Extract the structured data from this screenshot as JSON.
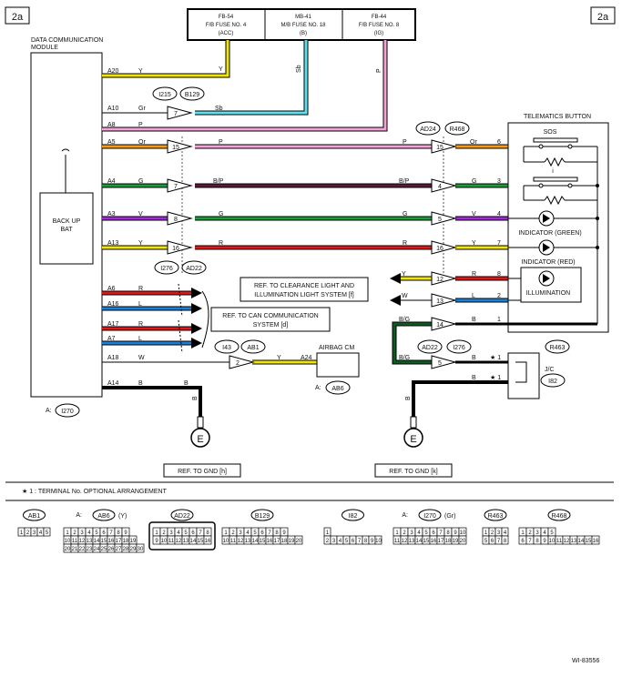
{
  "page_tag_left": "2a",
  "page_tag_right": "2a",
  "module": {
    "title_line1": "DATA COMMUNICATION",
    "title_line2": "MODULE",
    "battery_line1": "BACK UP",
    "battery_line2": "BAT",
    "connector": "I270",
    "connector_prefix": "A:"
  },
  "fuses": [
    {
      "line1": "FB-54",
      "line2": "F/B FUSE NO. 4",
      "line3": "(ACC)",
      "wire_color": "Y"
    },
    {
      "line1": "MB-41",
      "line2": "M/B FUSE NO. 18",
      "line3": "(B)",
      "wire_color": "Sb"
    },
    {
      "line1": "FB-44",
      "line2": "F/B FUSE NO. 8",
      "line3": "(IG)",
      "wire_color": "P"
    }
  ],
  "pins": [
    {
      "pin": "A20",
      "color": "Y"
    },
    {
      "pin": "A10",
      "color": "Gr"
    },
    {
      "pin": "A8",
      "color": "P"
    },
    {
      "pin": "A5",
      "color": "Or"
    },
    {
      "pin": "A4",
      "color": "G"
    },
    {
      "pin": "A3",
      "color": "V"
    },
    {
      "pin": "A13",
      "color": "Y"
    },
    {
      "pin": "A6",
      "color": "R"
    },
    {
      "pin": "A16",
      "color": "L"
    },
    {
      "pin": "A17",
      "color": "R"
    },
    {
      "pin": "A7",
      "color": "L"
    },
    {
      "pin": "A18",
      "color": "W"
    },
    {
      "pin": "A14",
      "color": "B"
    }
  ],
  "connectors": {
    "i215": "I215",
    "b129": "B129",
    "ad24": "AD24",
    "r468": "R468",
    "i276": "I276",
    "ad22": "AD22",
    "i43": "I43",
    "ab1": "AB1",
    "ad22b": "AD22",
    "i276b": "I276",
    "r463": "R463",
    "i82": "I82",
    "ab6": "AB6",
    "ab6_prefix": "A:"
  },
  "mid_labels": {
    "a10_out": "Sb",
    "a10_term": "7",
    "a5_term": "15",
    "a5_wire": "P",
    "a5_wire2": "P",
    "a5_rterm": "15",
    "a5_rcolor": "Or",
    "a5_rpin": "6",
    "a4_term": "7",
    "a4_wire": "B/P",
    "a4_wire2": "B/P",
    "a4_rterm": "4",
    "a4_rcolor": "G",
    "a4_rpin": "3",
    "a3_term": "8",
    "a3_wire": "G",
    "a3_wire2": "G",
    "a3_rterm": "5",
    "a3_rcolor": "V",
    "a3_rpin": "4",
    "a13_term": "16",
    "a13_wire": "R",
    "a13_wire2": "R",
    "a13_rterm": "16",
    "a13_rcolor": "Y",
    "a13_rpin": "7",
    "a18_term": "2",
    "a18_wire": "Y",
    "a18_pin": "A24",
    "a14_wire": "B",
    "r12_left": "Y",
    "r12_term": "12",
    "r12_color": "R",
    "r12_pin": "8",
    "r13_left": "W",
    "r13_term": "13",
    "r13_color": "L",
    "r13_pin": "2",
    "r14_left": "B/G",
    "r14_term": "14",
    "r14_color": "B",
    "r14_pin": "1",
    "r5_left": "B/G",
    "r5_term": "5",
    "r5_color": "B",
    "r5_star": "★ 1",
    "r_b_color": "B",
    "r_b_star": "★ 1",
    "gnd_wire": "B",
    "gnd_wire2": "B"
  },
  "telematics": {
    "title": "TELEMATICS BUTTON",
    "sos": "SOS",
    "i_label": "i",
    "ind_green": "INDICATOR (GREEN)",
    "ind_red": "INDICATOR (RED)",
    "illumination": "ILLUMINATION"
  },
  "ref_boxes": {
    "clearance_line1": "REF. TO CLEARANCE LIGHT AND",
    "clearance_line2": "ILLUMINATION LIGHT SYSTEM [f]",
    "can_line1": "REF. TO CAN COMMUNICATION",
    "can_line2": "SYSTEM [d]"
  },
  "airbag": {
    "label": "AIRBAG CM"
  },
  "jc": {
    "label": "J/C"
  },
  "ground": {
    "symbol": "E",
    "ref_left": "REF. TO GND [h]",
    "ref_right": "REF. TO GND [k]"
  },
  "footnote": "★ 1 : TERMINAL No. OPTIONAL ARRANGEMENT",
  "legend_connectors": [
    {
      "name": "AB1",
      "prefix": "",
      "suffix": "",
      "rows": [
        [
          "1",
          "2",
          "3",
          "4",
          "5"
        ]
      ]
    },
    {
      "name": "AB6",
      "prefix": "A:",
      "suffix": "(Y)",
      "rows": [
        [
          "1",
          "2",
          "3",
          "4",
          "5",
          "6",
          "7",
          "8",
          "9"
        ],
        [
          "10",
          "11",
          "12",
          "13",
          "14",
          "15",
          "16",
          "17",
          "18",
          "19"
        ],
        [
          "20",
          "21",
          "22",
          "23",
          "24",
          "25",
          "26",
          "27",
          "28",
          "29",
          "30"
        ]
      ]
    },
    {
      "name": "AD22",
      "prefix": "",
      "suffix": "",
      "rows": [
        [
          "1",
          "2",
          "3",
          "4",
          "5",
          "6",
          "7",
          "8"
        ],
        [
          "9",
          "10",
          "11",
          "12",
          "13",
          "14",
          "15",
          "16"
        ]
      ]
    },
    {
      "name": "B129",
      "prefix": "",
      "suffix": "",
      "rows": [
        [
          "1",
          "2",
          "3",
          "4",
          "5",
          "6",
          "7",
          "8",
          "9"
        ],
        [
          "10",
          "11",
          "12",
          "13",
          "14",
          "15",
          "16",
          "17",
          "18",
          "19",
          "20"
        ]
      ]
    },
    {
      "name": "I82",
      "prefix": "",
      "suffix": "",
      "rows": [
        [
          "1"
        ],
        [
          "2",
          "3",
          "4",
          "5",
          "6",
          "7",
          "8",
          "9",
          "10"
        ]
      ]
    },
    {
      "name": "I270",
      "prefix": "A:",
      "suffix": "(Gr)",
      "rows": [
        [
          "1",
          "2",
          "3",
          "4",
          "5",
          "6",
          "7",
          "8",
          "9",
          "10"
        ],
        [
          "11",
          "12",
          "13",
          "14",
          "15",
          "16",
          "17",
          "18",
          "19",
          "20"
        ]
      ]
    },
    {
      "name": "R463",
      "prefix": "",
      "suffix": "",
      "rows": [
        [
          "1",
          "2",
          "3",
          "4"
        ],
        [
          "5",
          "6",
          "7",
          "8"
        ]
      ]
    },
    {
      "name": "R468",
      "prefix": "",
      "suffix": "",
      "rows": [
        [
          "1",
          "2",
          "3",
          "4",
          "5"
        ],
        [
          "6",
          "7",
          "8",
          "9",
          "10",
          "11",
          "12",
          "13",
          "14",
          "15",
          "16"
        ]
      ]
    }
  ],
  "doc_id": "WI-83556",
  "colors": {
    "Y": "#f2e600",
    "Sb": "#5ce0f0",
    "P": "#f3a3d8",
    "Or": "#f59b1a",
    "G": "#1a9c3a",
    "B/P": "#5a1a3a",
    "V": "#a12cd6",
    "R": "#e01818",
    "L": "#1a7fd6",
    "W": "#ffffff",
    "B": "#000000",
    "B/G": "#0f5a22"
  }
}
